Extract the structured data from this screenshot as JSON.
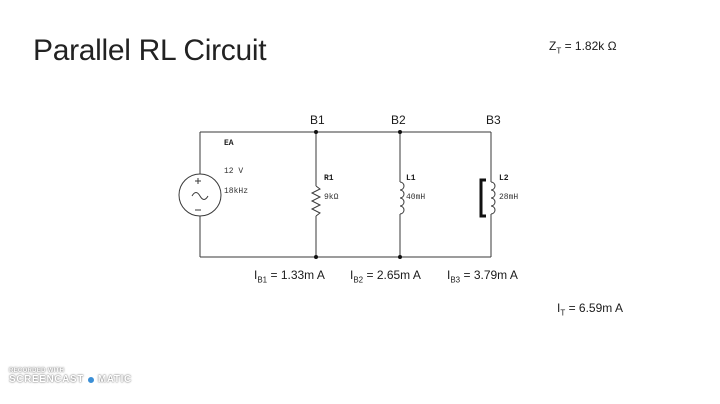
{
  "slide": {
    "title": "Parallel RL Circuit",
    "total_impedance": {
      "symbol": "Z",
      "sub": "T",
      "value": "= 1.82k Ω"
    }
  },
  "circuit": {
    "nodes": [
      "B1",
      "B2",
      "B3"
    ],
    "source": {
      "name": "EA",
      "voltage": "12 V",
      "frequency": "18kHz"
    },
    "components": [
      {
        "name": "R1",
        "value": "9kΩ"
      },
      {
        "name": "L1",
        "value": "40mH"
      },
      {
        "name": "L2",
        "value": "28mH"
      }
    ]
  },
  "currents": {
    "branches": [
      {
        "symbol": "I",
        "sub": "B1",
        "value": "= 1.33m A"
      },
      {
        "symbol": "I",
        "sub": "B2",
        "value": "= 2.65m A"
      },
      {
        "symbol": "I",
        "sub": "B3",
        "value": "= 3.79m A"
      }
    ],
    "total": {
      "symbol": "I",
      "sub": "T",
      "value": "= 6.59m A"
    }
  },
  "watermark": {
    "line1": "RECORDED WITH",
    "left": "SCREENCAST",
    "right": "MATIC"
  },
  "colors": {
    "wire": "#3a3a3a",
    "text": "#1a1a1a",
    "watermark_dot": "#3b8fd6"
  }
}
